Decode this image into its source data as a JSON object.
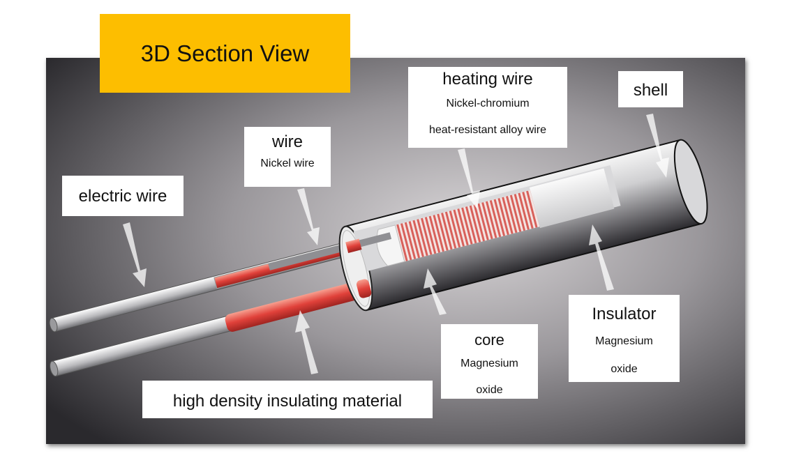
{
  "title": "3D Section View",
  "labels": {
    "electric_wire": {
      "title": "electric wire"
    },
    "wire": {
      "title": "wire",
      "sub": "Nickel wire"
    },
    "heating_wire": {
      "title": "heating wire",
      "sub1": "Nickel-chromium",
      "sub2": "heat-resistant alloy wire"
    },
    "shell": {
      "title": "shell"
    },
    "insulator": {
      "title": "Insulator",
      "sub1": "Magnesium",
      "sub2": "oxide"
    },
    "core": {
      "title": "core",
      "sub1": "Magnesium",
      "sub2": "oxide"
    },
    "insulating": {
      "title": "high density insulating material"
    }
  },
  "colors": {
    "title_bg": "#FDBE00",
    "heating": "#E0413A",
    "coil": "#D8605A"
  }
}
